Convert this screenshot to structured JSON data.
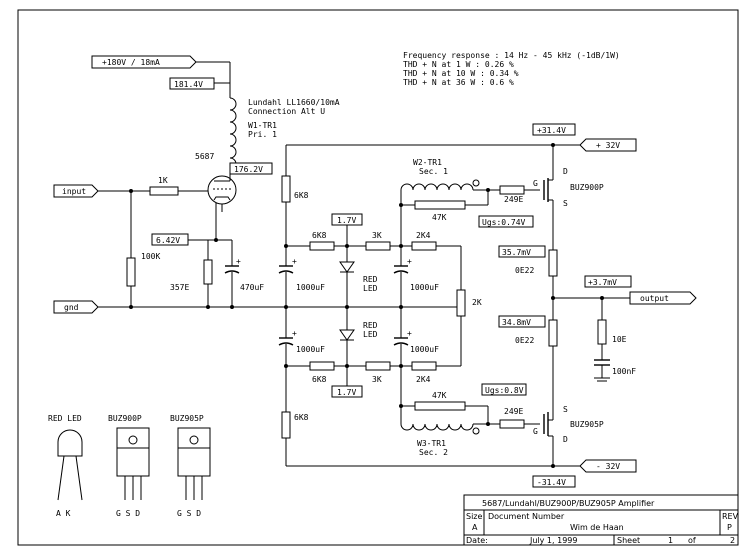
{
  "performance": {
    "freq_response": "Frequency response : 14 Hz - 45 kHz (-1dB/1W)",
    "thd_1w": "THD + N at 1 W : 0.26 %",
    "thd_10w": "THD + N at 10 W : 0.34 %",
    "thd_36w": "THD + N at 36 W : 0.6 %"
  },
  "ports": {
    "supply_hv": "+180V / 18mA",
    "input": "input",
    "gnd": "gnd",
    "pos_rail": "+ 32V",
    "neg_rail": "- 32V",
    "output": "output"
  },
  "voltages": {
    "v_181": "181.4V",
    "v_176": "176.2V",
    "v_642": "6.42V",
    "v_17a": "1.7V",
    "v_17b": "1.7V",
    "v_ugs_p": "Ugs:0.74V",
    "v_ugs_n": "Ugs:0.8V",
    "v_314p": "+31.4V",
    "v_314n": "-31.4V",
    "v_357": "35.7mV",
    "v_348": "34.8mV",
    "v_37": "+3.7mV"
  },
  "components": {
    "transformer_title": "Lundahl LL1660/10mA",
    "transformer_conn": "Connection Alt U",
    "w1": "W1-TR1",
    "pri": "Pri. 1",
    "tube": "5687",
    "r_1k": "1K",
    "r_100k": "100K",
    "r_357": "357E",
    "c_470": "470uF",
    "r_6k8_top": "6K8",
    "r_6k8_bot": "6K8",
    "r_6k8_a": "6K8",
    "r_6k8_b": "6K8",
    "r_3k_a": "3K",
    "r_3k_b": "3K",
    "r_2k4_a": "2K4",
    "r_2k4_b": "2K4",
    "c_1000_a": "1000uF",
    "c_1000_b": "1000uF",
    "c_1000_c": "1000uF",
    "c_1000_d": "1000uF",
    "led_a": "RED",
    "led_a2": "LED",
    "led_b": "RED",
    "led_b2": "LED",
    "pot": "2K",
    "w2": "W2-TR1",
    "sec1": "Sec. 1",
    "w3": "W3-TR1",
    "sec2": "Sec. 2",
    "r_47k_a": "47K",
    "r_47k_b": "47K",
    "r_249_a": "249E",
    "r_249_b": "249E",
    "q1": "BUZ900P",
    "q2": "BUZ905P",
    "r_0e22_a": "0E22",
    "r_0e22_b": "0E22",
    "r_10e": "10E",
    "c_100n": "100nF",
    "pin_d1": "D",
    "pin_g1": "G",
    "pin_s1": "S",
    "pin_s2": "S",
    "pin_g2": "G",
    "pin_d2": "D"
  },
  "legend": {
    "led_label": "RED LED",
    "p_label": "BUZ900P",
    "n_label": "BUZ905P",
    "led_pins": "A   K",
    "p_pins": "G S D",
    "n_pins": "G S D"
  },
  "title_block": {
    "title": "5687/Lundahl/BUZ900P/BUZ905P Amplifier",
    "size_label": "Size",
    "size": "A",
    "docnum_label": "Document Number",
    "author": "Wim de Haan",
    "rev_label": "REV",
    "rev": "P",
    "date_label": "Date:",
    "date": "July  1, 1999",
    "sheet_label": "Sheet",
    "sheet": "1",
    "of_label": "of",
    "total": "2"
  }
}
